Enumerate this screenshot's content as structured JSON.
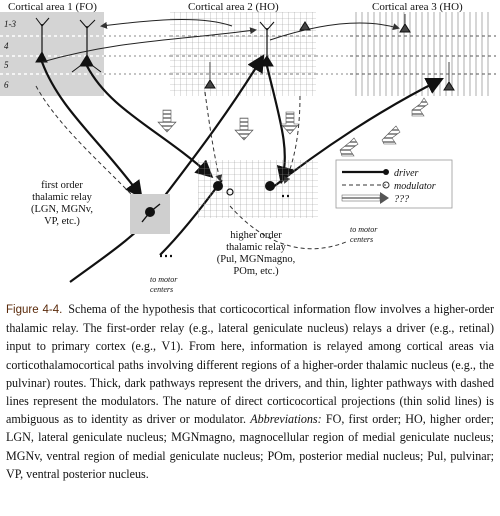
{
  "figure": {
    "area_labels": [
      "Cortical area 1 (FO)",
      "Cortical area 2 (HO)",
      "Cortical area 3 (HO)"
    ],
    "layer_labels": [
      "1-3",
      "4",
      "5",
      "6"
    ],
    "fo_relay_label": [
      "first order",
      "thalamic relay",
      "(LGN, MGNv,",
      "VP, etc.)"
    ],
    "ho_relay_label": [
      "higher order",
      "thalamic relay",
      "(Pul, MGNmagno,",
      "POm, etc.)"
    ],
    "motor_label_1": [
      "to motor",
      "centers"
    ],
    "motor_label_2": [
      "to motor",
      "centers"
    ],
    "legend": {
      "driver": "driver",
      "modulator": "modulator",
      "unknown": "???"
    }
  },
  "caption": {
    "label": "Figure 4-4.",
    "body": "Schema of the hypothesis that corticocortical information flow involves a higher-order thalamic relay. The first-order relay (e.g., lateral geniculate nucleus) relays a driver (e.g., retinal) input to primary cortex (e.g., V1). From here, information is relayed among cortical areas via corticothalamocortical paths involving different regions of a higher-order thalamic nucleus (e.g., the pulvinar) routes. Thick, dark pathways represent the drivers, and thin, lighter pathways with dashed lines represent the modulators. The nature of direct corticocortical projections (thin solid lines) is ambiguous as to identity as driver or modulator.",
    "abbrev_label": "Abbreviations:",
    "abbrev_text": "FO, first order; HO, higher order; LGN, lateral geniculate nucleus; MGNmagno, magnocellular region of medial geniculate nucleus; MGNv, ventral region of medial geniculate nucleus; POm, posterior medial nucleus; Pul, pulvinar; VP, ventral posterior nucleus."
  }
}
